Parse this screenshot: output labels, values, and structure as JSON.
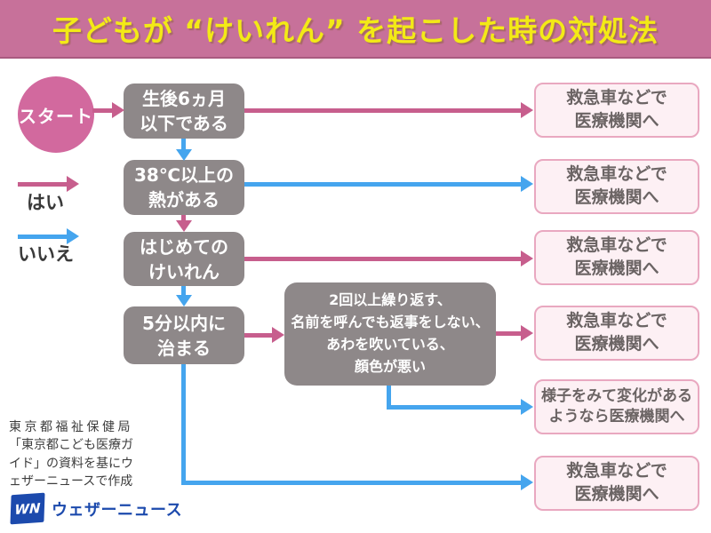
{
  "title": "子どもが “けいれん” を起こした時の対処法",
  "start": {
    "label": "スタート"
  },
  "legend": {
    "yes": "はい",
    "no": "いいえ"
  },
  "steps": [
    {
      "id": "age",
      "label": "生後6ヵ月\n以下である"
    },
    {
      "id": "fever",
      "label": "38℃以上の\n熱がある"
    },
    {
      "id": "first",
      "label": "はじめての\nけいれん"
    },
    {
      "id": "five",
      "label": "5分以内に\n治まる"
    },
    {
      "id": "cond",
      "label": "2回以上繰り返す、\n名前を呼んでも返事をしない、\nあわを吹いている、\n顔色が悪い"
    }
  ],
  "results": [
    {
      "label": "救急車などで\n医療機関へ"
    },
    {
      "label": "救急車などで\n医療機関へ"
    },
    {
      "label": "救急車などで\n医療機関へ"
    },
    {
      "label": "救急車などで\n医療機関へ"
    },
    {
      "label": "様子をみて変化がある\nようなら医療機関へ"
    },
    {
      "label": "救急車などで\n医療機関へ"
    }
  ],
  "source": {
    "lines": [
      "東京都福祉保健局",
      "「東京都こども医療ガ",
      "イド」の資料を基にウ",
      "ェザーニュースで作成"
    ]
  },
  "logo": {
    "mark": "WN",
    "text": "ウェザーニュース"
  },
  "colors": {
    "header_bg": "#c7719a",
    "title_text": "#f3ea16",
    "yes_arrow": "#c75e8d",
    "no_arrow": "#45a5ee",
    "step_box": "#8e8889",
    "start_circle": "#d2699e",
    "result_fill": "#fdf0f4",
    "result_border": "#e9a8c0",
    "logo_blue": "#1c4aad"
  }
}
